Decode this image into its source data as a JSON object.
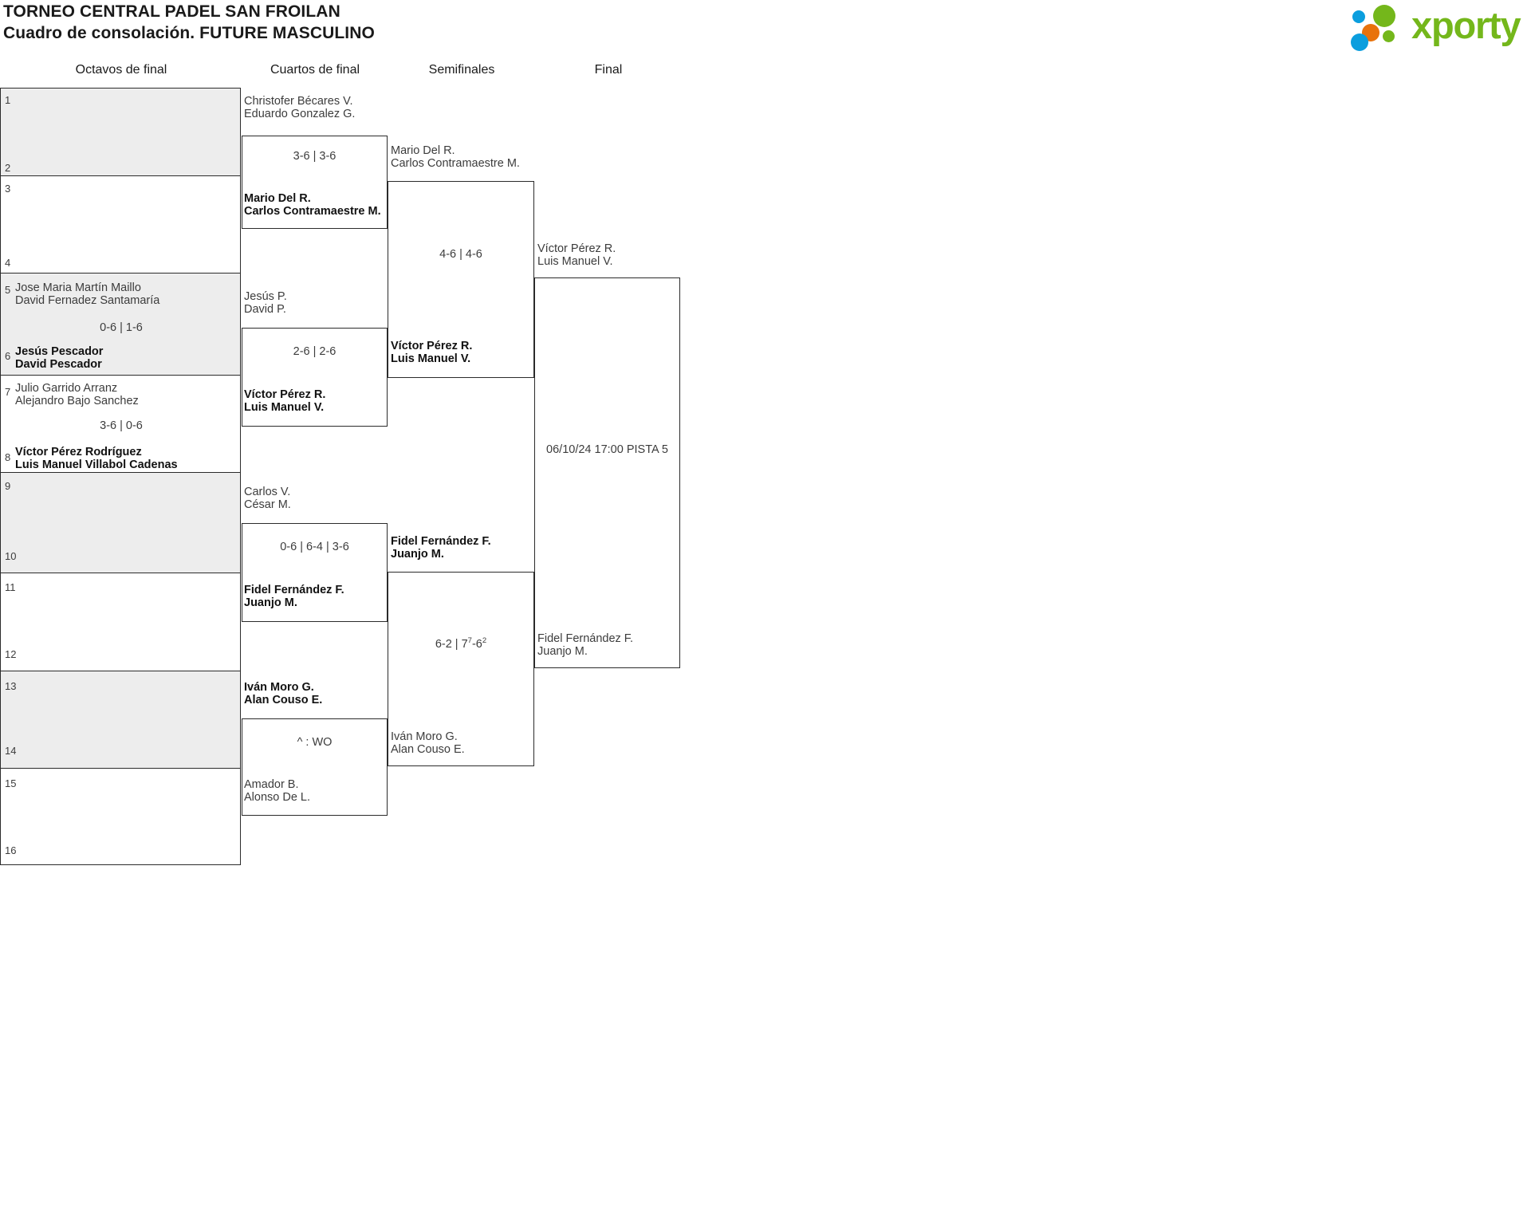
{
  "header": {
    "title_line1": "TORNEO CENTRAL PADEL SAN FROILAN",
    "title_line2": "Cuadro de consolación. FUTURE MASCULINO",
    "logo_text": "xporty",
    "logo_colors": {
      "green": "#74b71b",
      "blue": "#0b9ede",
      "orange": "#e8720c"
    }
  },
  "rounds": [
    {
      "label": "Octavos de final"
    },
    {
      "label": "Cuartos de final"
    },
    {
      "label": "Semifinales"
    },
    {
      "label": "Final"
    }
  ],
  "chart_data": {
    "type": "table",
    "title": "Cuadro de consolación. FUTURE MASCULINO",
    "rounds": [
      "Octavos de final",
      "Cuartos de final",
      "Semifinales",
      "Final"
    ],
    "seeds": [
      "1",
      "2",
      "3",
      "4",
      "5",
      "6",
      "7",
      "8",
      "9",
      "10",
      "11",
      "12",
      "13",
      "14",
      "15",
      "16"
    ],
    "round1": [
      {
        "seeds": [
          "1",
          "2"
        ],
        "top": [
          "",
          ""
        ],
        "bottom": [
          "",
          ""
        ],
        "score": "",
        "winner": null
      },
      {
        "seeds": [
          "3",
          "4"
        ],
        "top": [
          "",
          ""
        ],
        "bottom": [
          "",
          ""
        ],
        "score": "",
        "winner": null
      },
      {
        "seeds": [
          "5",
          "6"
        ],
        "top": [
          "Jose Maria Martín Maillo",
          "David Fernadez Santamaría"
        ],
        "bottom": [
          "Jesús Pescador",
          "David Pescador"
        ],
        "score": "0-6 | 1-6",
        "winner": "bottom"
      },
      {
        "seeds": [
          "7",
          "8"
        ],
        "top": [
          "Julio Garrido Arranz",
          "Alejandro Bajo Sanchez"
        ],
        "bottom": [
          "Víctor Pérez Rodríguez",
          "Luis Manuel Villabol Cadenas"
        ],
        "score": "3-6 | 0-6",
        "winner": "bottom"
      },
      {
        "seeds": [
          "9",
          "10"
        ],
        "top": [
          "",
          ""
        ],
        "bottom": [
          "",
          ""
        ],
        "score": "",
        "winner": null
      },
      {
        "seeds": [
          "11",
          "12"
        ],
        "top": [
          "",
          ""
        ],
        "bottom": [
          "",
          ""
        ],
        "score": "",
        "winner": null
      },
      {
        "seeds": [
          "13",
          "14"
        ],
        "top": [
          "",
          ""
        ],
        "bottom": [
          "",
          ""
        ],
        "score": "",
        "winner": null
      },
      {
        "seeds": [
          "15",
          "16"
        ],
        "top": [
          "",
          ""
        ],
        "bottom": [
          "",
          ""
        ],
        "score": "",
        "winner": null
      }
    ],
    "round2": [
      {
        "top": [
          "Christofer Bécares V.",
          "Eduardo Gonzalez G."
        ],
        "bottom": [
          "Mario Del R.",
          "Carlos Contramaestre M."
        ],
        "score": "3-6 | 3-6",
        "winner": "bottom"
      },
      {
        "top": [
          "Jesús P.",
          "David P."
        ],
        "bottom": [
          "Víctor Pérez R.",
          "Luis Manuel V."
        ],
        "score": "2-6 | 2-6",
        "winner": "bottom"
      },
      {
        "top": [
          "Carlos V.",
          "César M."
        ],
        "bottom": [
          "Fidel Fernández F.",
          "Juanjo M."
        ],
        "score": "0-6 | 6-4 | 3-6",
        "winner": "bottom"
      },
      {
        "top": [
          "Iván Moro G.",
          "Alan Couso E."
        ],
        "bottom": [
          "Amador B.",
          "Alonso De L."
        ],
        "score": "^ : WO",
        "winner": "top"
      }
    ],
    "round3": [
      {
        "top": [
          "Mario Del R.",
          "Carlos Contramaestre M."
        ],
        "bottom": [
          "Víctor Pérez R.",
          "Luis Manuel V."
        ],
        "score": "4-6 | 4-6",
        "winner": "bottom"
      },
      {
        "top": [
          "Fidel Fernández F.",
          "Juanjo M."
        ],
        "bottom": [
          "Iván Moro G.",
          "Alan Couso E."
        ],
        "score_main": "6-2 | 7",
        "score_sup1": "7",
        "score_mid": "-6",
        "score_sup2": "2",
        "winner": "top"
      }
    ],
    "round4": [
      {
        "top": [
          "Víctor Pérez R.",
          "Luis Manuel V."
        ],
        "bottom": [
          "Fidel Fernández F.",
          "Juanjo M."
        ],
        "schedule": "06/10/24 17:00 PISTA 5",
        "winner": null
      }
    ]
  },
  "matches": {
    "r1_m3": {
      "seed_top": "5",
      "seed_bottom": "6",
      "top_l1": "Jose Maria Martín Maillo",
      "top_l2": "David Fernadez Santamaría",
      "bot_l1": "Jesús Pescador",
      "bot_l2": "David Pescador",
      "score": "0-6 | 1-6"
    },
    "r1_m4": {
      "seed_top": "7",
      "seed_bottom": "8",
      "top_l1": "Julio Garrido Arranz",
      "top_l2": "Alejandro Bajo Sanchez",
      "bot_l1": "Víctor Pérez Rodríguez",
      "bot_l2": "Luis Manuel Villabol Cadenas",
      "score": "3-6 | 0-6"
    },
    "r2_m1": {
      "top_l1": "Christofer Bécares V.",
      "top_l2": "Eduardo Gonzalez G.",
      "bot_l1": "Mario Del R.",
      "bot_l2": "Carlos Contramaestre M.",
      "score": "3-6 | 3-6"
    },
    "r2_m2": {
      "top_l1": "Jesús P.",
      "top_l2": "David P.",
      "bot_l1": "Víctor Pérez R.",
      "bot_l2": "Luis Manuel V.",
      "score": "2-6 | 2-6"
    },
    "r2_m3": {
      "top_l1": "Carlos V.",
      "top_l2": "César M.",
      "bot_l1": "Fidel Fernández F.",
      "bot_l2": "Juanjo M.",
      "score": "0-6 | 6-4 | 3-6"
    },
    "r2_m4": {
      "top_l1": "Iván Moro G.",
      "top_l2": "Alan Couso E.",
      "bot_l1": "Amador B.",
      "bot_l2": "Alonso De L.",
      "score": "^ : WO"
    },
    "r3_m1": {
      "top_l1": "Mario Del R.",
      "top_l2": "Carlos Contramaestre M.",
      "bot_l1": "Víctor Pérez R.",
      "bot_l2": "Luis Manuel V.",
      "score": "4-6 | 4-6"
    },
    "r3_m2": {
      "top_l1": "Fidel Fernández F.",
      "top_l2": "Juanjo M.",
      "bot_l1": "Iván Moro G.",
      "bot_l2": "Alan Couso E.",
      "score_a": "6-2 | 7",
      "score_sup_a": "7",
      "score_b": "-6",
      "score_sup_b": "2"
    },
    "r4_m1": {
      "top_l1": "Víctor Pérez R.",
      "top_l2": "Luis Manuel V.",
      "bot_l1": "Fidel Fernández F.",
      "bot_l2": "Juanjo M.",
      "schedule": "06/10/24 17:00 PISTA 5"
    }
  },
  "seed_numbers": {
    "s1": "1",
    "s2": "2",
    "s3": "3",
    "s4": "4",
    "s5": "5",
    "s6": "6",
    "s7": "7",
    "s8": "8",
    "s9": "9",
    "s10": "10",
    "s11": "11",
    "s12": "12",
    "s13": "13",
    "s14": "14",
    "s15": "15",
    "s16": "16"
  }
}
